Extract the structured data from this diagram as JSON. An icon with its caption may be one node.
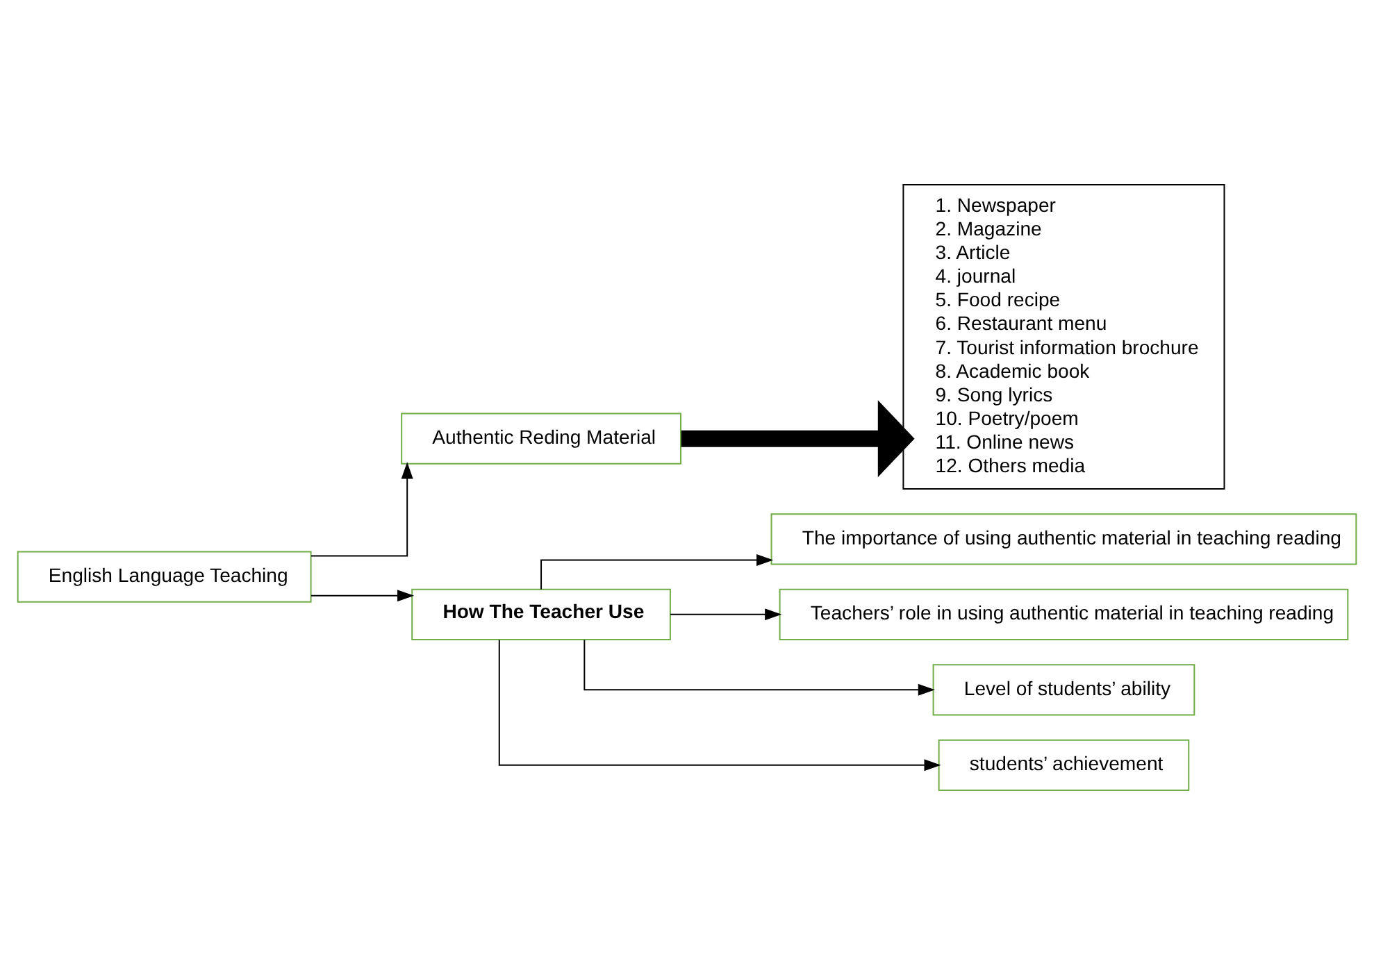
{
  "diagram": {
    "nodes": [
      {
        "text": [
          "English Language Teaching"
        ]
      },
      {
        "text": [
          "Authentic Reding Material"
        ]
      },
      {
        "text": [
          "1. Newspaper",
          "2. Magazine",
          "3. Article",
          "4. journal",
          "5. Food recipe",
          "6. Restaurant menu",
          "7. Tourist information brochure",
          "8. Academic book",
          "9. Song lyrics",
          "10. Poetry/poem",
          "11. Online news",
          "12. Others media"
        ]
      },
      {
        "text": [
          "How The Teacher Use"
        ]
      },
      {
        "text": [
          "The importance of using authentic material in teaching reading"
        ]
      },
      {
        "text": [
          "Teachers’ role in using authentic material in teaching reading"
        ]
      },
      {
        "text": [
          "Level of students’ ability"
        ]
      },
      {
        "text": [
          "students’ achievement"
        ]
      }
    ],
    "edges": [
      {
        "from": 0,
        "to": 1,
        "arrow": "to"
      },
      {
        "from": 0,
        "to": 3,
        "arrow": "to"
      },
      {
        "from": 1,
        "to": 2,
        "arrow": "to",
        "style": "thick"
      },
      {
        "from": 3,
        "to": 4,
        "arrow": "to"
      },
      {
        "from": 3,
        "to": 5,
        "arrow": "to"
      },
      {
        "from": 3,
        "to": 6,
        "arrow": "to"
      },
      {
        "from": 3,
        "to": 7,
        "arrow": "to"
      }
    ]
  }
}
